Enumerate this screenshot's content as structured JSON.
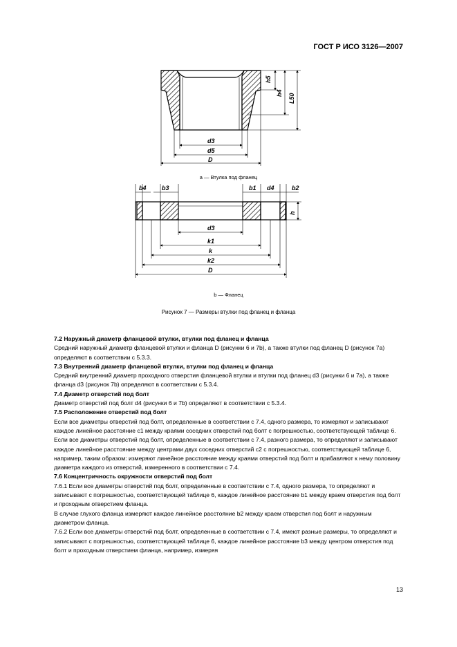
{
  "header": {
    "standard": "ГОСТ Р ИСО 3126—2007"
  },
  "figure": {
    "caption_a": "a — Втулка под фланец",
    "caption_b": "b — Фланец",
    "caption": "Рисунок 7 — Размеры втулки под фланец и фланца",
    "labels_a": {
      "d3": "d3",
      "d5": "d5",
      "D": "D",
      "h5": "h5",
      "h4": "h4",
      "L50": "L50"
    },
    "labels_b": {
      "b4": "b4",
      "b3": "b3",
      "b1": "b1",
      "d4": "d4",
      "b2": "b2",
      "h": "h",
      "d3": "d3",
      "k1": "k1",
      "k": "k",
      "k2": "k2",
      "D": "D"
    }
  },
  "sections": [
    {
      "heading": "7.2 Наружный диаметр фланцевой втулки, втулки под фланец и фланца",
      "body": "Средний наружный диаметр фланцевой втулки и фланца D (рисунки 6 и 7b), а также втулки под фланец D (рисунок 7a) определяют в соответствии с 5.3.3."
    },
    {
      "heading": "7.3 Внутренний диаметр фланцевой втулки, втулки под фланец и фланца",
      "body": "Средний внутренний диаметр проходного отверстия фланцевой втулки и втулки под фланец d3 (рисунки 6 и 7a), а также фланца d3 (рисунок 7b) определяют в соответствии с 5.3.4."
    },
    {
      "heading": "7.4 Диаметр отверстий под болт",
      "body": "Диаметр отверстий под болт d4 (рисунки 6 и 7b) определяют в соответствии с 5.3.4."
    },
    {
      "heading": "7.5 Расположение отверстий под болт",
      "body": "Если все диаметры отверстий под болт, определенные в соответствии с 7.4, одного размера, то измеряют и записывают каждое линейное расстояние c1 между краями соседних отверстий под болт с погрешностью, соответствующей таблице 6.",
      "body2": "Если все диаметры отверстий под болт, определенные в соответствии с 7.4, разного размера, то определяют и записывают каждое линейное расстояние между центрами двух соседних отверстий c2 с погрешностью, соответствующей таблице 6, например, таким образом: измеряют линейное расстояние между краями отверстий под болт и прибавляют к нему половину диаметра каждого из отверстий, измеренного в соответствии с 7.4."
    },
    {
      "heading": "7.6 Концентричность окружности отверстий под болт",
      "body": "7.6.1 Если все диаметры отверстий под болт, определенные в соответствии с 7.4, одного размера, то определяют и записывают с погрешностью, соответствующей таблице 6, каждое линейное расстояние b1 между краем отверстия под болт и проходным отверстием фланца.",
      "body2": "В случае глухого фланца измеряют каждое линейное расстояние b2 между краем отверстия под болт и наружным диаметром фланца.",
      "body3": "7.6.2 Если все диаметры отверстий под болт, определенные в соответствии с 7.4, имеют разные размеры, то определяют и записывают с погрешностью, соответствующей таблице 6, каждое линейное расстояние b3 между центром отверстия под болт и проходным отверстием фланца, например, измеряя"
    }
  ],
  "page_number": "13"
}
